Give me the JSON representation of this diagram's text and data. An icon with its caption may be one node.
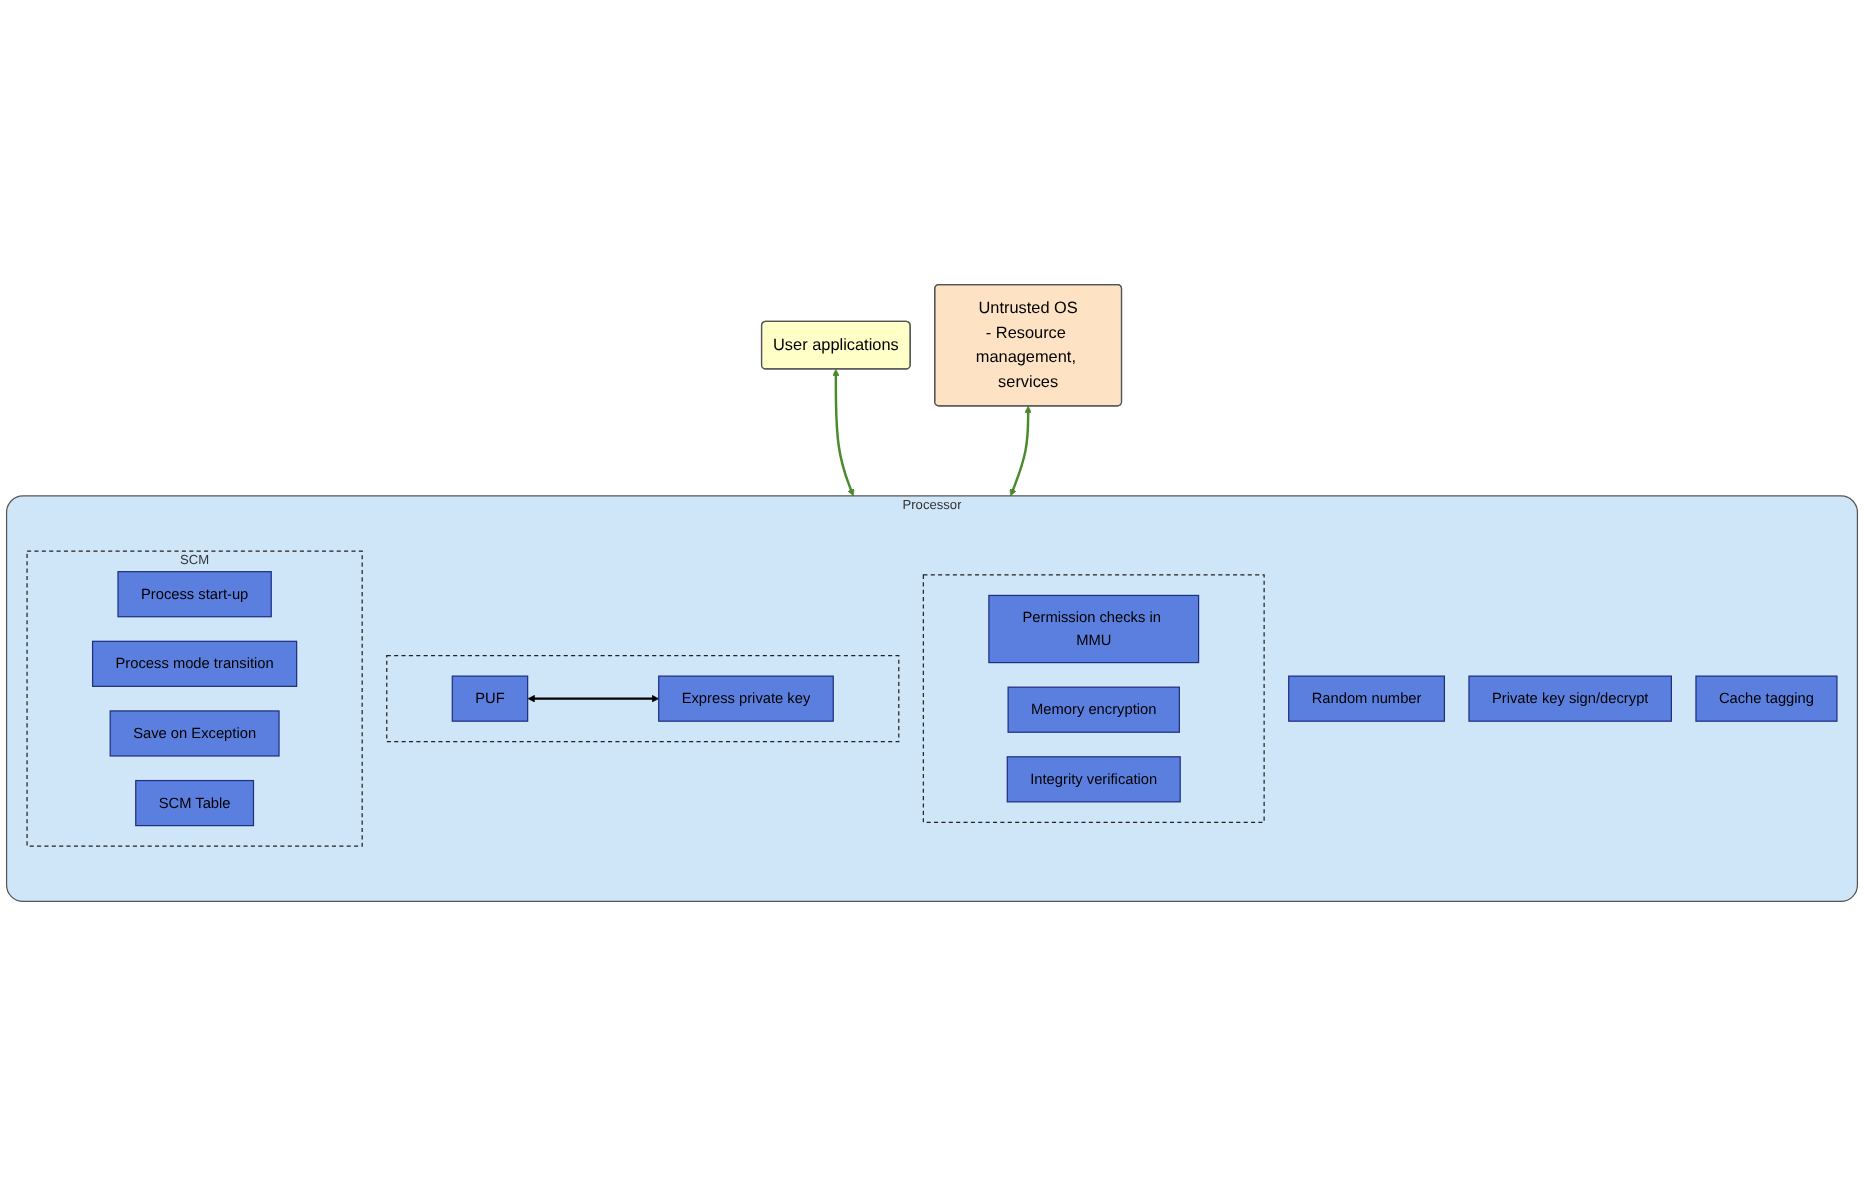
{
  "diagram": {
    "nodes": [
      {
        "text": [
          "User applications"
        ]
      },
      {
        "text": [
          "Untrusted OS",
          "- Resource management, services"
        ]
      },
      {
        "text": [
          "Processor"
        ]
      },
      {
        "text": [
          "Random number"
        ],
        "in": 2
      },
      {
        "text": [
          "Private key sign/decrypt"
        ],
        "in": 2
      },
      {
        "text": [
          "Cache tagging"
        ],
        "in": 2
      },
      {
        "text": [],
        "shape": "box",
        "in": 2
      },
      {
        "text": [
          "Permission checks in MMU"
        ],
        "in": 6
      },
      {
        "text": [
          "Memory encryption"
        ],
        "in": 6
      },
      {
        "text": [
          "Integrity verification"
        ],
        "in": 6
      },
      {
        "text": [],
        "shape": "box",
        "in": 2
      },
      {
        "text": [
          "PUF"
        ],
        "in": 10
      },
      {
        "text": [
          "Express private key"
        ],
        "in": 10
      },
      {
        "text": [
          "SCM"
        ],
        "in": 2
      },
      {
        "text": [
          "Process start-up"
        ],
        "in": 13
      },
      {
        "text": [
          "Process mode transition"
        ],
        "in": 13
      },
      {
        "text": [
          "Save on Exception"
        ],
        "in": 13
      },
      {
        "text": [
          "SCM Table"
        ],
        "in": 13
      }
    ],
    "edges": [
      {
        "from": 0,
        "to": 2,
        "arrow": "both"
      },
      {
        "from": 1,
        "to": 2,
        "arrow": "both"
      },
      {
        "from": 11,
        "to": 12,
        "arrow": "both",
        "color": "#000000"
      }
    ]
  }
}
